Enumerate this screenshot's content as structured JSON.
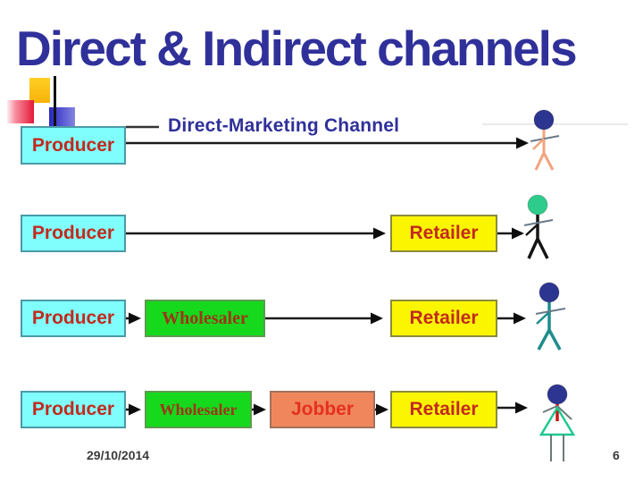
{
  "slide": {
    "title": "Direct & Indirect channels",
    "footer": {
      "date": "29/10/2014",
      "page": "6"
    }
  },
  "labels": {
    "direct_channel": "Direct-Marketing Channel"
  },
  "palette": {
    "title_color": "#30309a",
    "producer_fill": "#80fefe",
    "producer_border": "#4a9aa6",
    "producer_text": "#c22a1e",
    "wholesaler_fill": "#16d81c",
    "wholesaler_border": "#5e9a50",
    "wholesaler_text": "#a03418",
    "jobber_fill": "#f0875c",
    "jobber_border": "#a2705c",
    "jobber_text": "#e5301e",
    "retailer_fill": "#fbf600",
    "retailer_border": "#8b8b3d",
    "retailer_text": "#c22a1e",
    "arrow_color": "#1a1a1a",
    "deco_yellow": "#ffc913",
    "deco_red": "#e31836",
    "deco_blue": "#2828c2"
  },
  "channels": [
    {
      "name": "direct-marketing",
      "boxes": [
        {
          "label": "Producer"
        }
      ],
      "consumer": {
        "head": "#2c3590",
        "body": "#f2a37c",
        "limbs": "#6a7a8a"
      }
    },
    {
      "name": "one-level",
      "boxes": [
        {
          "label": "Producer"
        },
        {
          "label": "Retailer"
        }
      ],
      "consumer": {
        "head": "#2ecc8c",
        "body": "#151515",
        "limbs": "#6a7a8a"
      }
    },
    {
      "name": "two-level",
      "boxes": [
        {
          "label": "Producer"
        },
        {
          "label": "Wholesaler"
        },
        {
          "label": "Retailer"
        }
      ],
      "consumer": {
        "head": "#2c3590",
        "body": "#1f8c8c",
        "limbs": "#6a7a8a"
      }
    },
    {
      "name": "three-level",
      "boxes": [
        {
          "label": "Producer"
        },
        {
          "label": "Wholesaler"
        },
        {
          "label": "Jobber"
        },
        {
          "label": "Retailer"
        }
      ],
      "consumer": {
        "head": "#2c3590",
        "body": "#cc1818",
        "limbs": "#6a7a7a",
        "dress": "#1fc890"
      }
    }
  ]
}
